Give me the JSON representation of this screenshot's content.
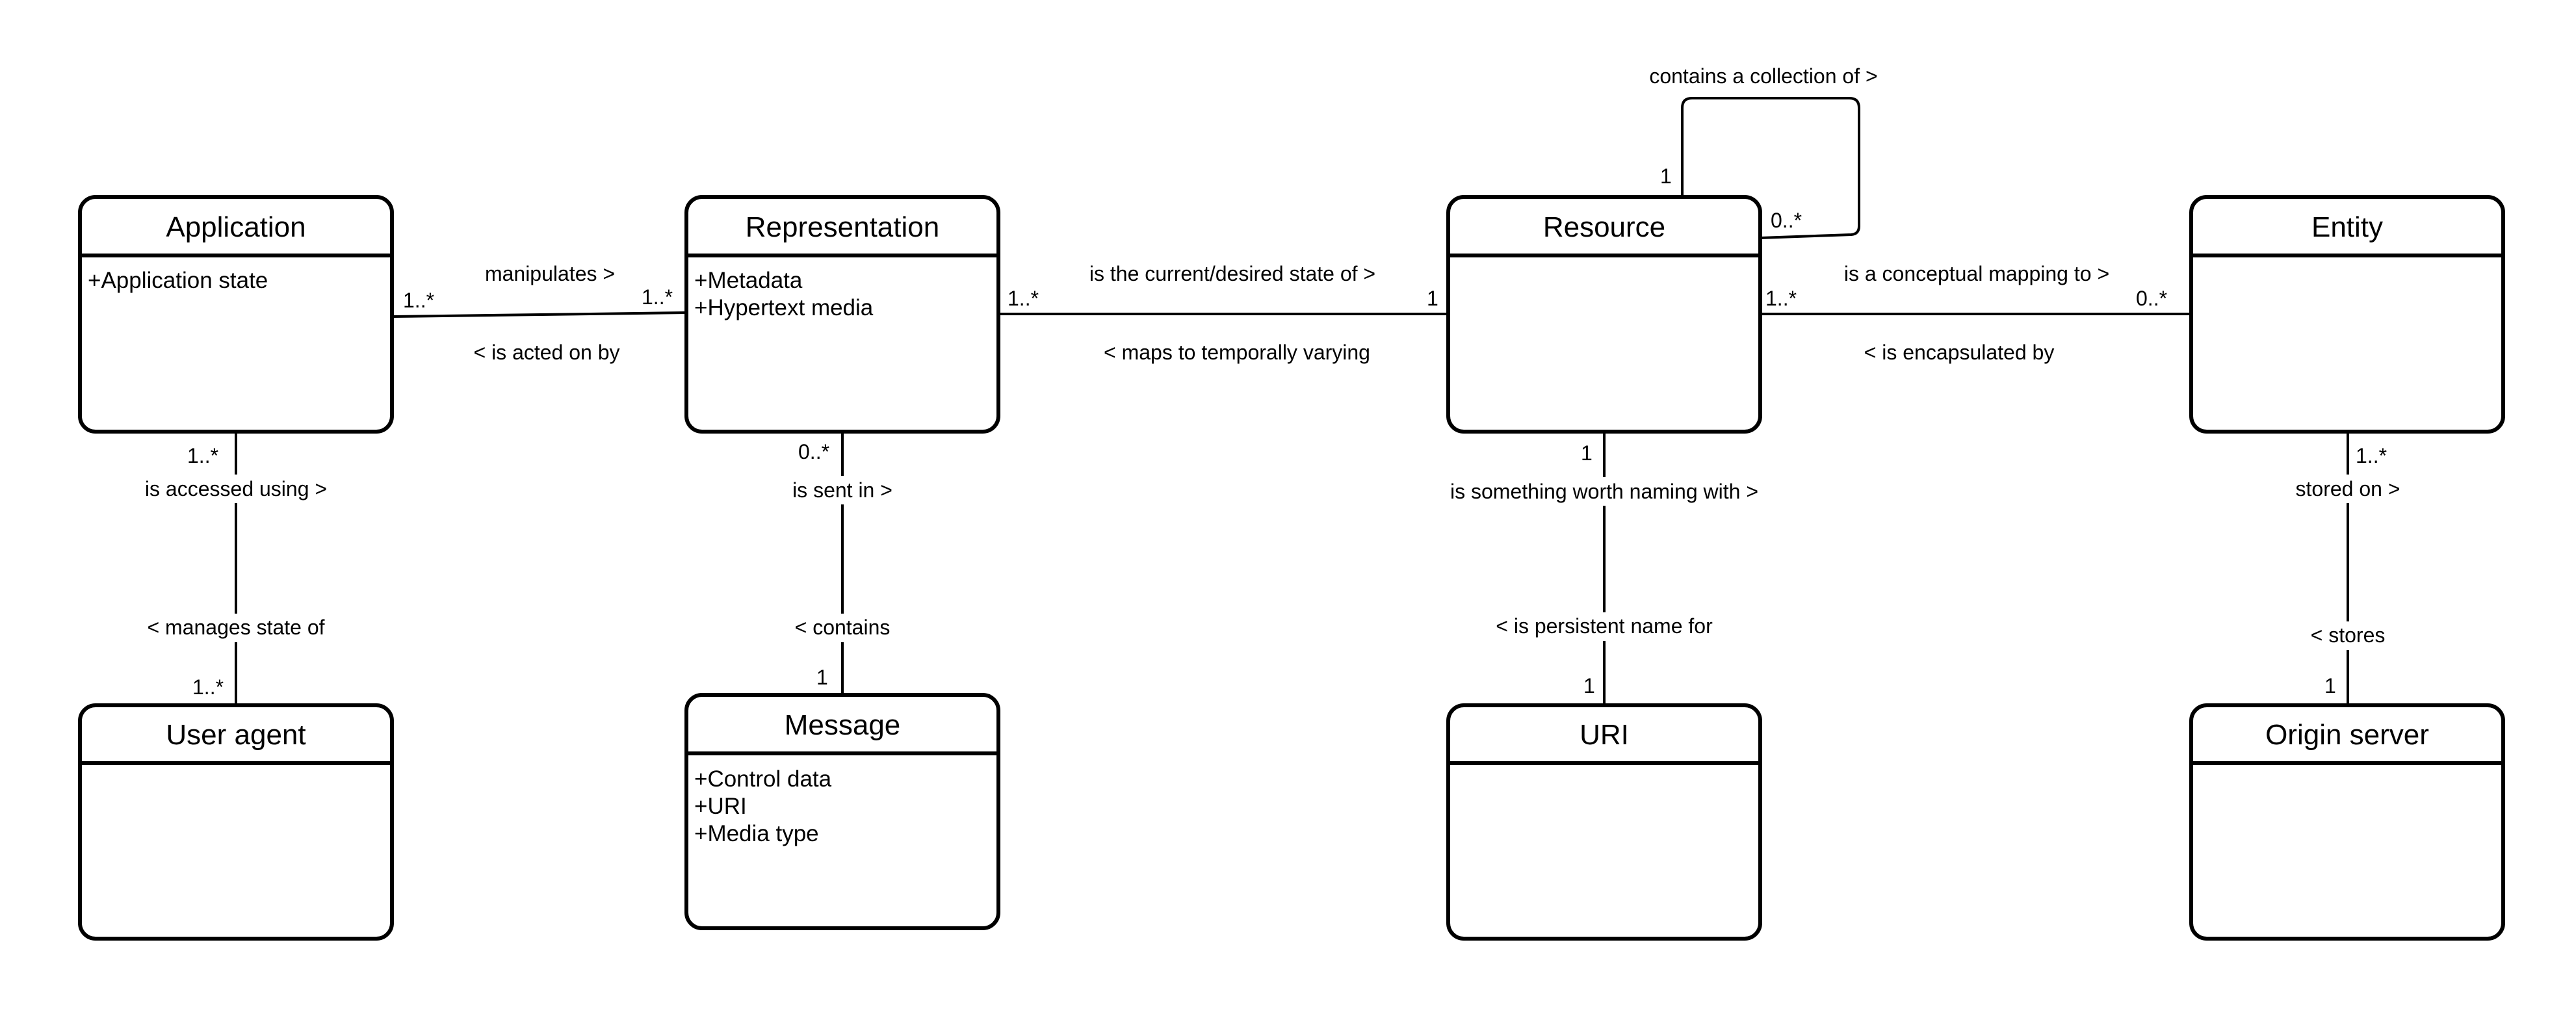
{
  "classes": {
    "application": {
      "name": "Application",
      "attributes": [
        "+Application state"
      ]
    },
    "representation": {
      "name": "Representation",
      "attributes": [
        "+Metadata",
        "+Hypertext media"
      ]
    },
    "resource": {
      "name": "Resource",
      "attributes": []
    },
    "entity": {
      "name": "Entity",
      "attributes": []
    },
    "user_agent": {
      "name": "User agent",
      "attributes": []
    },
    "message": {
      "name": "Message",
      "attributes": [
        "+Control data",
        "+URI",
        "+Media type"
      ]
    },
    "uri": {
      "name": "URI",
      "attributes": []
    },
    "origin_server": {
      "name": "Origin server",
      "attributes": []
    }
  },
  "associations": {
    "app_rep": {
      "forward": "manipulates >",
      "reverse": "< is acted on by",
      "mult_source": "1..*",
      "mult_target": "1..*"
    },
    "rep_res": {
      "forward": "is the current/desired state of >",
      "reverse": "< maps to temporally varying",
      "mult_source": "1..*",
      "mult_target": "1"
    },
    "res_ent": {
      "forward": "is a conceptual mapping to >",
      "reverse": "< is encapsulated by",
      "mult_source": "1..*",
      "mult_target": "0..*"
    },
    "res_self": {
      "forward": "contains a collection of >",
      "mult_source": "1",
      "mult_target": "0..*"
    },
    "app_ua": {
      "forward": "is accessed using  >",
      "reverse": "< manages state of",
      "mult_source": "1..*",
      "mult_target": "1..*"
    },
    "rep_msg": {
      "forward": "is sent in >",
      "reverse": "< contains",
      "mult_source": "0..*",
      "mult_target": "1"
    },
    "res_uri": {
      "forward": "is something worth naming with >",
      "reverse": "< is persistent name for",
      "mult_source": "1",
      "mult_target": "1"
    },
    "ent_origin": {
      "forward": "stored on >",
      "reverse": "< stores",
      "mult_source": "1..*",
      "mult_target": "1"
    }
  }
}
